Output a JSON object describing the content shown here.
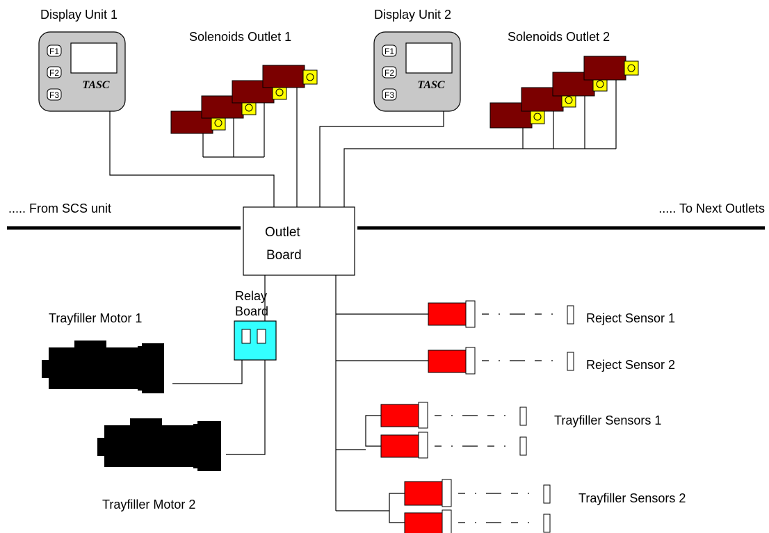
{
  "labels": {
    "display_unit_1": "Display Unit 1",
    "display_unit_2": "Display Unit 2",
    "solenoids_outlet_1": "Solenoids Outlet 1",
    "solenoids_outlet_2": "Solenoids Outlet 2",
    "from_scs": "..... From SCS unit",
    "to_next": "..... To Next Outlets",
    "outlet_board_line1": "Outlet",
    "outlet_board_line2": "Board",
    "relay_board_line1": "Relay",
    "relay_board_line2": "Board",
    "trayfiller_motor_1": "Trayfiller Motor 1",
    "trayfiller_motor_2": "Trayfiller Motor 2",
    "reject_sensor_1": "Reject Sensor 1",
    "reject_sensor_2": "Reject Sensor 2",
    "trayfiller_sensors_1": "Trayfiller Sensors 1",
    "trayfiller_sensors_2": "Trayfiller Sensors 2"
  },
  "display_unit": {
    "keys": [
      "F1",
      "F2",
      "F3"
    ],
    "brand": "TASC"
  },
  "colors": {
    "display_body": "#c8c8c8",
    "solenoid_body": "#7b0000",
    "solenoid_cap": "#ffff00",
    "relay_board": "#33ffff",
    "sensor_body": "#ff0000",
    "motor": "#000000",
    "lines": "#000000"
  }
}
